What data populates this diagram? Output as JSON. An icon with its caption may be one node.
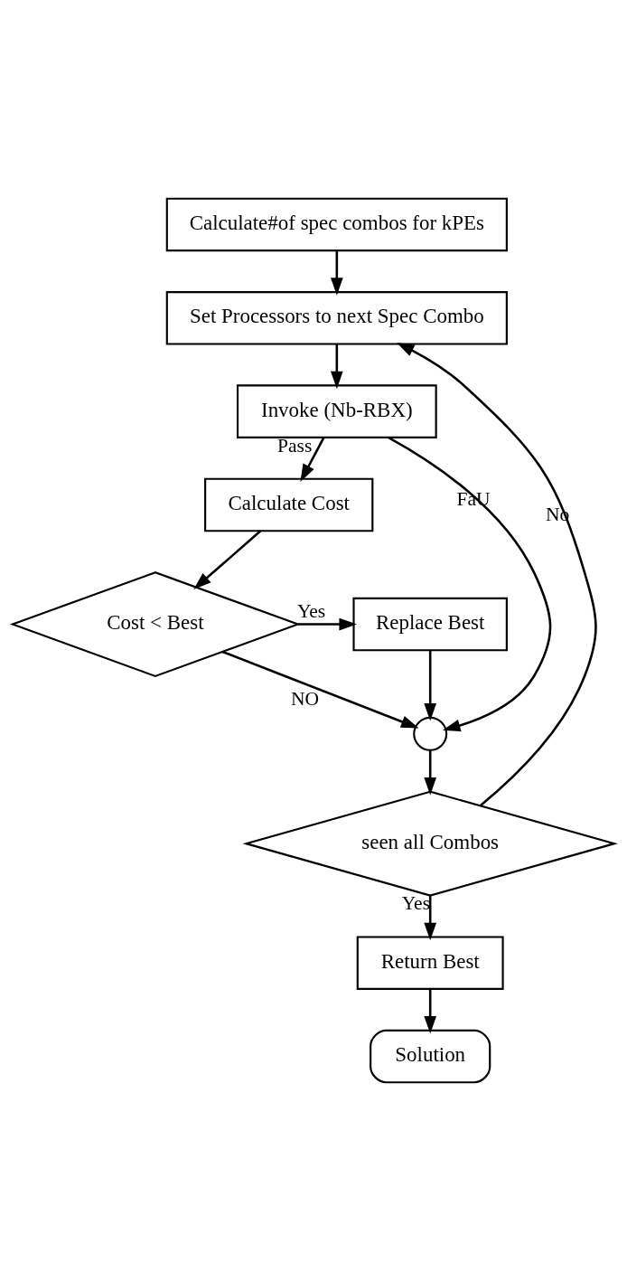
{
  "diagram": {
    "nodes": [
      {
        "text": [
          "Calculate#of spec combos for kPEs"
        ]
      },
      {
        "text": [
          "Set Processors to next Spec Combo"
        ]
      },
      {
        "text": [
          "Invoke (Nb-RBX)"
        ]
      },
      {
        "text": [
          "Calculate Cost"
        ]
      },
      {
        "text": [
          "Cost < Best"
        ]
      },
      {
        "text": [
          "Replace Best"
        ]
      },
      {
        "text": [],
        "shape": "circle"
      },
      {
        "text": [
          "seen all Combos"
        ]
      },
      {
        "text": [
          "Return Best"
        ]
      },
      {
        "text": [
          "Solution"
        ]
      }
    ],
    "edges": [
      {
        "from": 0,
        "to": 1,
        "arrow": "to"
      },
      {
        "from": 1,
        "to": 2,
        "arrow": "to"
      },
      {
        "from": 2,
        "to": 3,
        "arrow": "to",
        "label": "Pass"
      },
      {
        "from": 3,
        "to": 4,
        "arrow": "to"
      },
      {
        "from": 4,
        "to": 5,
        "arrow": "to",
        "label": "Yes"
      },
      {
        "from": 4,
        "to": 6,
        "arrow": "to",
        "label": "NO"
      },
      {
        "from": 5,
        "to": 6,
        "arrow": "to"
      },
      {
        "from": 2,
        "to": 6,
        "arrow": "to",
        "label": "FaU"
      },
      {
        "from": 6,
        "to": 7,
        "arrow": "to"
      },
      {
        "from": 7,
        "to": 1,
        "arrow": "to",
        "label": "No"
      },
      {
        "from": 7,
        "to": 8,
        "arrow": "to",
        "label": "Yes"
      },
      {
        "from": 8,
        "to": 9,
        "arrow": "to"
      }
    ]
  }
}
